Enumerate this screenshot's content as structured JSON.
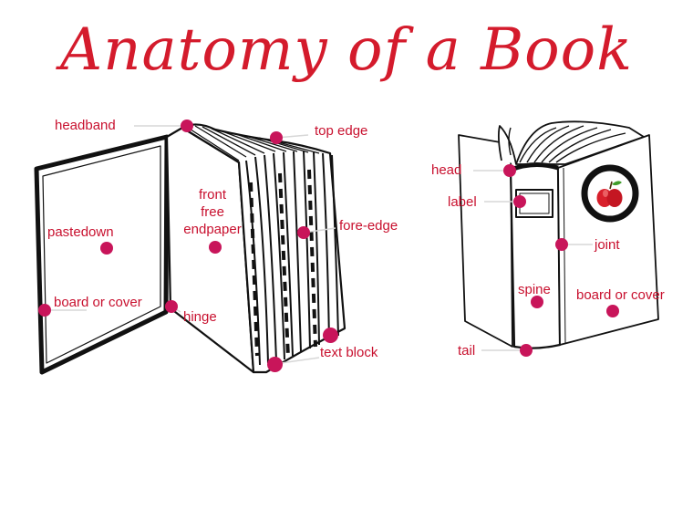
{
  "title": "Anatomy of a Book",
  "labels": {
    "headband": "headband",
    "top_edge": "top edge",
    "front_free_endpaper_1": "front",
    "front_free_endpaper_2": "free",
    "front_free_endpaper_3": "endpaper",
    "pastedown": "pastedown",
    "fore_edge": "fore-edge",
    "board_or_cover_left": "board or cover",
    "hinge": "hinge",
    "text_block": "text block",
    "head": "head",
    "label": "label",
    "joint": "joint",
    "spine": "spine",
    "board_or_cover_right": "board or cover",
    "tail": "tail"
  },
  "colors": {
    "title": "#d41b2c",
    "label_text": "#c8102e",
    "marker": "#c8155a",
    "ink": "#111111",
    "apple": "#d8202c"
  },
  "icons": [
    "open-book-illustration",
    "closed-book-illustration",
    "apple-icon"
  ]
}
